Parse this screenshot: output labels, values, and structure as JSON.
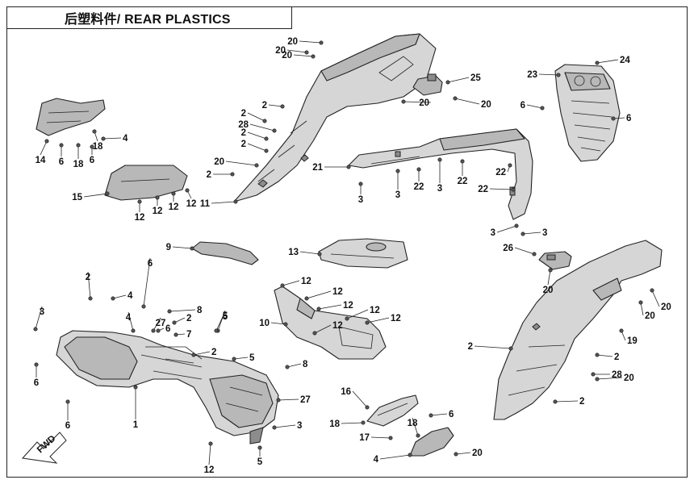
{
  "diagram": {
    "title": "后塑料件/ REAR PLASTICS",
    "fwd_label": "FWD"
  },
  "callouts": [
    {
      "n": "20"
    },
    {
      "n": "20"
    },
    {
      "n": "20"
    },
    {
      "n": "25"
    },
    {
      "n": "20"
    },
    {
      "n": "20"
    },
    {
      "n": "2"
    },
    {
      "n": "2"
    },
    {
      "n": "28"
    },
    {
      "n": "2"
    },
    {
      "n": "2"
    },
    {
      "n": "20"
    },
    {
      "n": "2"
    },
    {
      "n": "11"
    },
    {
      "n": "14"
    },
    {
      "n": "6"
    },
    {
      "n": "18"
    },
    {
      "n": "6"
    },
    {
      "n": "18"
    },
    {
      "n": "4"
    },
    {
      "n": "15"
    },
    {
      "n": "12"
    },
    {
      "n": "12"
    },
    {
      "n": "12"
    },
    {
      "n": "12"
    },
    {
      "n": "21"
    },
    {
      "n": "3"
    },
    {
      "n": "3"
    },
    {
      "n": "22"
    },
    {
      "n": "3"
    },
    {
      "n": "22"
    },
    {
      "n": "22"
    },
    {
      "n": "22"
    },
    {
      "n": "3"
    },
    {
      "n": "3"
    },
    {
      "n": "23"
    },
    {
      "n": "24"
    },
    {
      "n": "6"
    },
    {
      "n": "6"
    },
    {
      "n": "9"
    },
    {
      "n": "13"
    },
    {
      "n": "12"
    },
    {
      "n": "12"
    },
    {
      "n": "12"
    },
    {
      "n": "12"
    },
    {
      "n": "12"
    },
    {
      "n": "12"
    },
    {
      "n": "10"
    },
    {
      "n": "6"
    },
    {
      "n": "2"
    },
    {
      "n": "4"
    },
    {
      "n": "3"
    },
    {
      "n": "5"
    },
    {
      "n": "4"
    },
    {
      "n": "8"
    },
    {
      "n": "27"
    },
    {
      "n": "2"
    },
    {
      "n": "6"
    },
    {
      "n": "7"
    },
    {
      "n": "5"
    },
    {
      "n": "2"
    },
    {
      "n": "5"
    },
    {
      "n": "8"
    },
    {
      "n": "27"
    },
    {
      "n": "3"
    },
    {
      "n": "1"
    },
    {
      "n": "6"
    },
    {
      "n": "5"
    },
    {
      "n": "6"
    },
    {
      "n": "12"
    },
    {
      "n": "16"
    },
    {
      "n": "18"
    },
    {
      "n": "6"
    },
    {
      "n": "18"
    },
    {
      "n": "17"
    },
    {
      "n": "4"
    },
    {
      "n": "20"
    },
    {
      "n": "26"
    },
    {
      "n": "20"
    },
    {
      "n": "20"
    },
    {
      "n": "20"
    },
    {
      "n": "19"
    },
    {
      "n": "2"
    },
    {
      "n": "2"
    },
    {
      "n": "28"
    },
    {
      "n": "20"
    },
    {
      "n": "2"
    }
  ]
}
